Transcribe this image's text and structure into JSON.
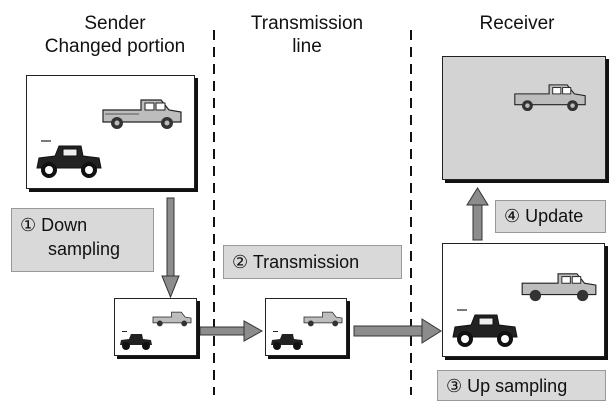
{
  "columns": {
    "sender": [
      "Sender",
      "Changed portion"
    ],
    "transmission": [
      "Transmission",
      "line"
    ],
    "receiver": [
      "Receiver"
    ]
  },
  "steps": {
    "down_sampling": {
      "number": "①",
      "lines": [
        "Down",
        "sampling"
      ]
    },
    "transmission": {
      "number": "②",
      "label": "Transmission"
    },
    "up_sampling": {
      "number": "③",
      "label": "Up sampling"
    },
    "update": {
      "number": "④",
      "label": "Update"
    }
  },
  "colors": {
    "step_box": "#d9d9d9",
    "receiver_frame": "#d3d3d3",
    "arrow": "#8c8c8c"
  },
  "icons": [
    "pickup-truck-icon",
    "vintage-car-icon"
  ]
}
